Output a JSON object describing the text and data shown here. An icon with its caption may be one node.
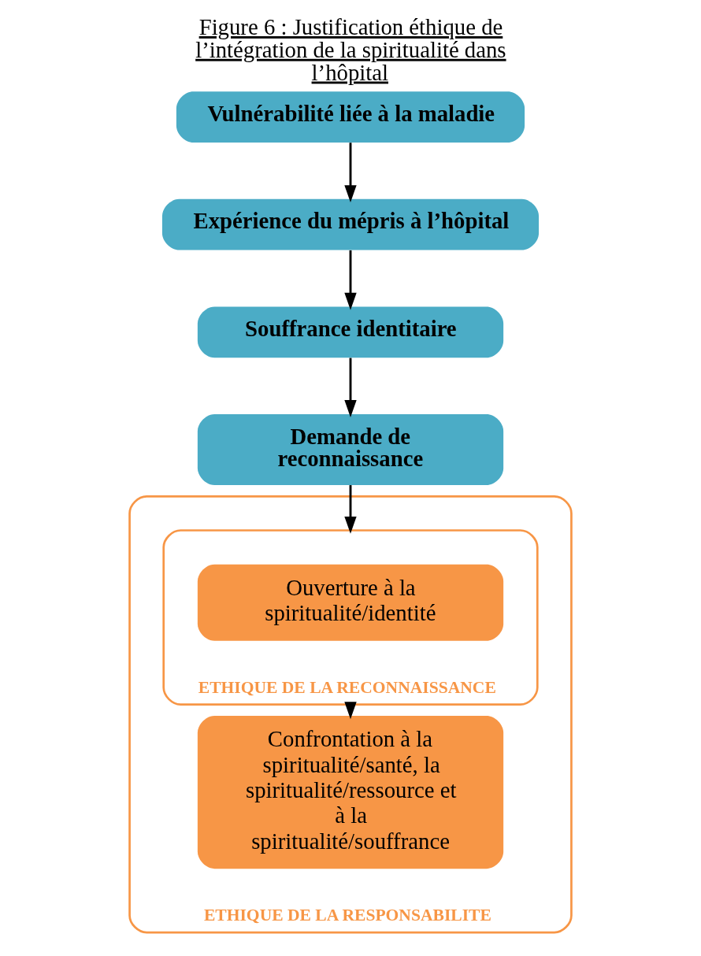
{
  "diagram": {
    "title": "Figure 6 : Justification éthique de l’intégration de la spiritualité dans l’hôpital",
    "nodes": [
      {
        "text": [
          "Vulnérabilité liée à la maladie"
        ]
      },
      {
        "text": [
          "Expérience du mépris à l’hôpital"
        ]
      },
      {
        "text": [
          "Souffrance identitaire"
        ]
      },
      {
        "text": [
          "Demande de reconnaissance"
        ]
      },
      {
        "text": [
          "ETHIQUE DE LA RESPONSABILITE"
        ]
      },
      {
        "text": [
          "ETHIQUE DE LA RECONNAISSANCE"
        ],
        "in": 4
      },
      {
        "text": [
          "Ouverture à la spiritualité/identité"
        ],
        "in": 5
      },
      {
        "text": [
          "Confrontation à la spiritualité/santé, la spiritualité/ressource et à la spiritualité/souffrance"
        ],
        "in": 4
      }
    ],
    "edges": [
      {
        "from": 0,
        "to": 1,
        "arrow": "to"
      },
      {
        "from": 1,
        "to": 2,
        "arrow": "to"
      },
      {
        "from": 2,
        "to": 3,
        "arrow": "to"
      },
      {
        "from": 3,
        "to": 5,
        "arrow": "to"
      },
      {
        "from": 5,
        "to": 7,
        "arrow": "to"
      }
    ]
  }
}
